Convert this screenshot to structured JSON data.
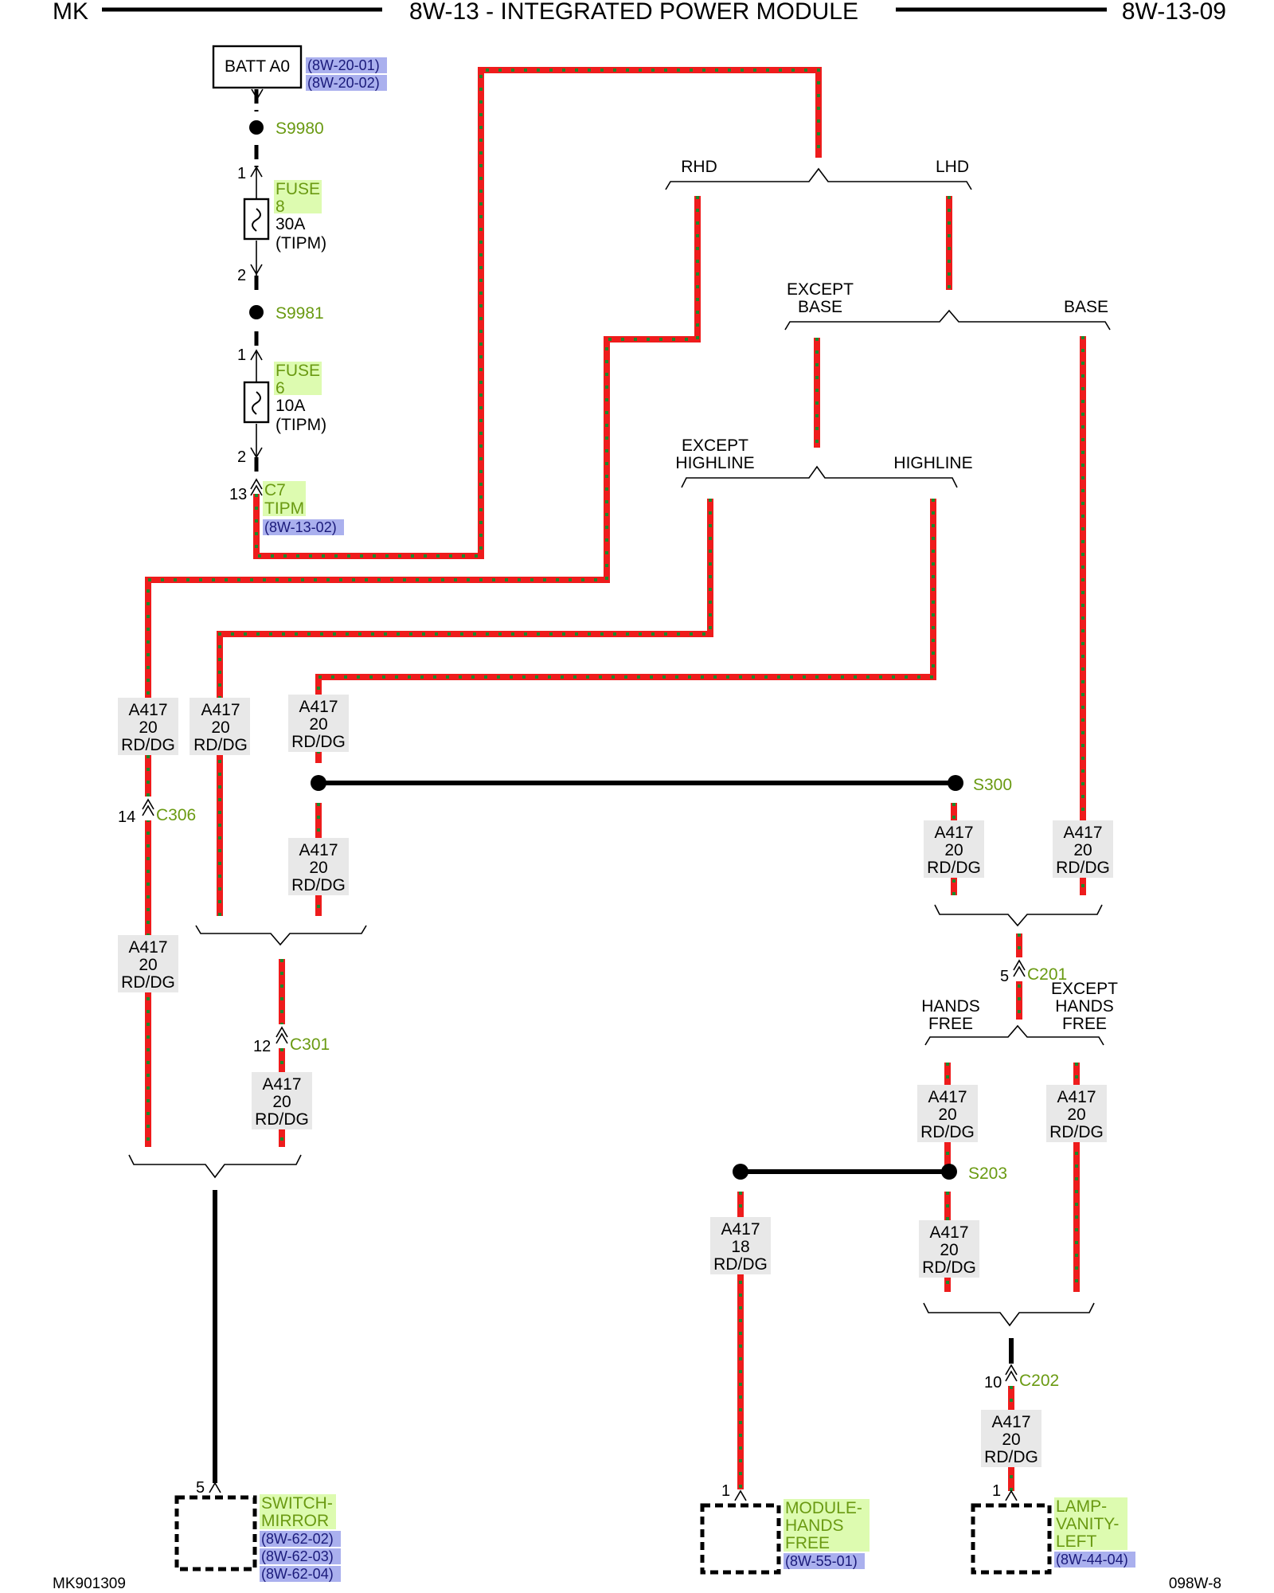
{
  "header": {
    "left": "MK",
    "title": "8W-13 - INTEGRATED POWER MODULE",
    "right": "8W-13-09"
  },
  "footer": {
    "left": "MK901309",
    "right": "098W-8"
  },
  "source": {
    "label": "BATT A0",
    "refs": [
      "(8W-20-01)",
      "(8W-20-02)"
    ]
  },
  "splices": {
    "s9980": "S9980",
    "s9981": "S9981",
    "s300": "S300",
    "s203": "S203"
  },
  "fuse8": {
    "title": "FUSE",
    "num": "8",
    "rating": "30A",
    "loc": "(TIPM)",
    "pin_in": "1",
    "pin_out": "2"
  },
  "fuse6": {
    "title": "FUSE",
    "num": "6",
    "rating": "10A",
    "loc": "(TIPM)",
    "pin_in": "1",
    "pin_out": "2"
  },
  "c7": {
    "pin": "13",
    "name": "C7",
    "sub": "TIPM",
    "ref": "(8W-13-02)"
  },
  "options": {
    "rhd": "RHD",
    "lhd": "LHD",
    "except_base_1": "EXCEPT",
    "except_base_2": "BASE",
    "base": "BASE",
    "except_highline_1": "EXCEPT",
    "except_highline_2": "HIGHLINE",
    "highline": "HIGHLINE",
    "hands_free_1": "HANDS",
    "hands_free_2": "FREE",
    "except_hands_free_1": "EXCEPT",
    "except_hands_free_2": "HANDS",
    "except_hands_free_3": "FREE"
  },
  "wire": {
    "circuit": "A417",
    "gauge": "20",
    "gauge_18": "18",
    "color": "RD/DG"
  },
  "connectors": {
    "c306": {
      "pin": "14",
      "name": "C306"
    },
    "c301": {
      "pin": "12",
      "name": "C301"
    },
    "c201": {
      "pin": "5",
      "name": "C201"
    },
    "c202": {
      "pin": "10",
      "name": "C202"
    }
  },
  "components": {
    "mirror": {
      "pin": "5",
      "name_1": "SWITCH-",
      "name_2": "MIRROR",
      "refs": [
        "(8W-62-02)",
        "(8W-62-03)",
        "(8W-62-04)"
      ]
    },
    "handsfree": {
      "pin": "1",
      "name_1": "MODULE-",
      "name_2": "HANDS",
      "name_3": "FREE",
      "refs": [
        "(8W-55-01)"
      ]
    },
    "vanity": {
      "pin": "1",
      "name_1": "LAMP-",
      "name_2": "VANITY-",
      "name_3": "LEFT",
      "refs": [
        "(8W-44-04)"
      ]
    }
  },
  "colors": {
    "wire_red": "#ee1c1c",
    "wire_tracer": "#1a8a2a",
    "label_green": "#6a9a12",
    "ref_highlight": "#aab0ee",
    "name_highlight": "#ddfbb0"
  }
}
